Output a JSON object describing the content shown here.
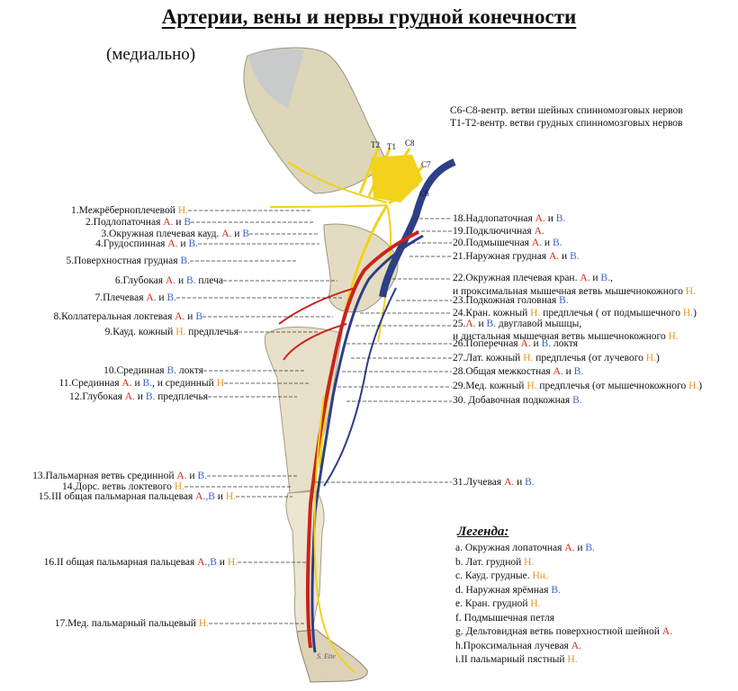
{
  "title": "Артерии, вены и нервы грудной конечности",
  "subtitle": "(медиально)",
  "notes": [
    "С6-С8-вентр. ветви шейных спинномозговых нервов",
    "Т1-Т2-вентр. ветви грудных  спинномозговых нервов"
  ],
  "plexus_labels": [
    "T2",
    "T1",
    "C8",
    "C7",
    "C6"
  ],
  "artist_signature": "S. Ette",
  "colors": {
    "artery": "#d32b1c",
    "vein": "#3a63c6",
    "nerve": "#e8951c"
  },
  "left_labels": [
    [
      {
        "t": "1.Межрёберноплечевой "
      },
      {
        "t": "Н.",
        "c": "N"
      }
    ],
    [
      {
        "t": "2.Подлопаточная "
      },
      {
        "t": "А.",
        "c": "A"
      },
      {
        "t": " и "
      },
      {
        "t": "В",
        "c": "V"
      }
    ],
    [
      {
        "t": "3.Окружная плечевая кауд. "
      },
      {
        "t": "А.",
        "c": "A"
      },
      {
        "t": " и "
      },
      {
        "t": "В",
        "c": "V"
      }
    ],
    [
      {
        "t": "4.Грудоспинная "
      },
      {
        "t": "А.",
        "c": "A"
      },
      {
        "t": " и "
      },
      {
        "t": "В.",
        "c": "V"
      }
    ],
    [
      {
        "t": "5.Поверхностная грудная "
      },
      {
        "t": "В.",
        "c": "V"
      }
    ],
    [
      {
        "t": "6.Глубокая "
      },
      {
        "t": "А.",
        "c": "A"
      },
      {
        "t": " и "
      },
      {
        "t": "В.",
        "c": "V"
      },
      {
        "t": " плеча"
      }
    ],
    [
      {
        "t": "7.Плечевая "
      },
      {
        "t": "А.",
        "c": "A"
      },
      {
        "t": " и "
      },
      {
        "t": "В.",
        "c": "V"
      }
    ],
    [
      {
        "t": "8.Коллатеральная локтевая "
      },
      {
        "t": "А.",
        "c": "A"
      },
      {
        "t": " и "
      },
      {
        "t": "В",
        "c": "V"
      }
    ],
    [
      {
        "t": "9.Кауд. кожный "
      },
      {
        "t": "Н.",
        "c": "N"
      },
      {
        "t": " предплечья"
      }
    ],
    [
      {
        "t": "10.Срединная "
      },
      {
        "t": "В.",
        "c": "V"
      },
      {
        "t": " локтя"
      }
    ],
    [
      {
        "t": "11.Срединная "
      },
      {
        "t": "А.",
        "c": "A"
      },
      {
        "t": " и "
      },
      {
        "t": "В.",
        "c": "V"
      },
      {
        "t": ", и срединный "
      },
      {
        "t": "Н",
        "c": "N"
      }
    ],
    [
      {
        "t": "12.Глубокая "
      },
      {
        "t": "А.",
        "c": "A"
      },
      {
        "t": " и "
      },
      {
        "t": "В.",
        "c": "V"
      },
      {
        "t": " предплечья"
      }
    ],
    [
      {
        "t": "13.Пальмарная ветвь срединной "
      },
      {
        "t": "А.",
        "c": "A"
      },
      {
        "t": " и "
      },
      {
        "t": "В.",
        "c": "V"
      }
    ],
    [
      {
        "t": "14.Дорс. ветвь локтевого "
      },
      {
        "t": "Н.",
        "c": "N"
      }
    ],
    [
      {
        "t": "15.III общая пальмарная пальцевая "
      },
      {
        "t": "А.",
        "c": "A"
      },
      {
        "t": ",В",
        "c": "V"
      },
      {
        "t": " и "
      },
      {
        "t": "Н.",
        "c": "N"
      }
    ],
    [
      {
        "t": "16.II общая пальмарная пальцевая "
      },
      {
        "t": "А.",
        "c": "A"
      },
      {
        "t": ",В",
        "c": "V"
      },
      {
        "t": " и "
      },
      {
        "t": "Н.",
        "c": "N"
      }
    ],
    [
      {
        "t": "17.Мед. пальмарный пальцевый "
      },
      {
        "t": "Н.",
        "c": "N"
      }
    ]
  ],
  "right_labels": [
    [
      {
        "t": "18.Надлопаточная "
      },
      {
        "t": "А.",
        "c": "A"
      },
      {
        "t": " и "
      },
      {
        "t": "В.",
        "c": "V"
      }
    ],
    [
      {
        "t": "19.Подключичная "
      },
      {
        "t": "А.",
        "c": "A"
      }
    ],
    [
      {
        "t": "20.Подмышечная "
      },
      {
        "t": "А.",
        "c": "A"
      },
      {
        "t": " и "
      },
      {
        "t": "В.",
        "c": "V"
      }
    ],
    [
      {
        "t": "21.Наружная грудная "
      },
      {
        "t": "А.",
        "c": "A"
      },
      {
        "t": " и "
      },
      {
        "t": "В.",
        "c": "V"
      }
    ],
    [
      {
        "t": "22.Окружная плечевая кран. "
      },
      {
        "t": "А.",
        "c": "A"
      },
      {
        "t": " и "
      },
      {
        "t": "В.",
        "c": "V"
      },
      {
        "t": ","
      }
    ],
    [
      {
        "t": "и проксимальная мышечная ветвь мышечнокожного "
      },
      {
        "t": "Н.",
        "c": "N"
      }
    ],
    [
      {
        "t": "23.Подкожная головная "
      },
      {
        "t": "В.",
        "c": "V"
      }
    ],
    [
      {
        "t": "24.Кран. кожный "
      },
      {
        "t": "Н.",
        "c": "N"
      },
      {
        "t": " предплечья ( от подмышечного "
      },
      {
        "t": "Н.",
        "c": "N"
      },
      {
        "t": ")"
      }
    ],
    [
      {
        "t": "25."
      },
      {
        "t": "А.",
        "c": "A"
      },
      {
        "t": " и "
      },
      {
        "t": "В.",
        "c": "V"
      },
      {
        "t": " двуглавой мышцы,"
      }
    ],
    [
      {
        "t": "и дистальная мышечная ветвь мышечнокожного "
      },
      {
        "t": "Н.",
        "c": "N"
      }
    ],
    [
      {
        "t": "26.Поперечная "
      },
      {
        "t": "А.",
        "c": "A"
      },
      {
        "t": " и "
      },
      {
        "t": "В.",
        "c": "V"
      },
      {
        "t": " локтя"
      }
    ],
    [
      {
        "t": "27.Лат. кожный "
      },
      {
        "t": "Н.",
        "c": "N"
      },
      {
        "t": " предплечья (от лучевого "
      },
      {
        "t": "Н.",
        "c": "N"
      },
      {
        "t": ")"
      }
    ],
    [
      {
        "t": "28.Общая межкостная "
      },
      {
        "t": "А.",
        "c": "A"
      },
      {
        "t": " и "
      },
      {
        "t": "В.",
        "c": "V"
      }
    ],
    [
      {
        "t": "29.Мед. кожный "
      },
      {
        "t": "Н.",
        "c": "N"
      },
      {
        "t": " предплечья  (от мышечнокожного "
      },
      {
        "t": "Н.",
        "c": "N"
      },
      {
        "t": ")"
      }
    ],
    [
      {
        "t": "30. Добавочная подкожная "
      },
      {
        "t": "В.",
        "c": "V"
      }
    ],
    [
      {
        "t": "31.Лучевая "
      },
      {
        "t": "А.",
        "c": "A"
      },
      {
        "t": " и "
      },
      {
        "t": "В.",
        "c": "V"
      }
    ]
  ],
  "legend": {
    "title": "Легенда:",
    "items": [
      [
        {
          "t": "a. Окружная лопаточная "
        },
        {
          "t": "А.",
          "c": "A"
        },
        {
          "t": " и "
        },
        {
          "t": "В.",
          "c": "V"
        }
      ],
      [
        {
          "t": "b.  Лат. грудной "
        },
        {
          "t": "Н.",
          "c": "N"
        }
      ],
      [
        {
          "t": "c.  Кауд. грудные. "
        },
        {
          "t": "Нн.",
          "c": "N"
        }
      ],
      [
        {
          "t": "d.  Наружная ярёмная "
        },
        {
          "t": "В.",
          "c": "V"
        }
      ],
      [
        {
          "t": "e.  Кран. грудной "
        },
        {
          "t": "Н.",
          "c": "N"
        }
      ],
      [
        {
          "t": "f.  Подмышечная петля"
        }
      ],
      [
        {
          "t": "g.  Дельтовидная ветвь поверхностной шейной "
        },
        {
          "t": "А.",
          "c": "A"
        }
      ],
      [
        {
          "t": "h.Проксимальная лучевая "
        },
        {
          "t": "А.",
          "c": "A"
        }
      ],
      [
        {
          "t": "i.II пальмарный пястный "
        },
        {
          "t": "Н.",
          "c": "N"
        }
      ]
    ]
  }
}
